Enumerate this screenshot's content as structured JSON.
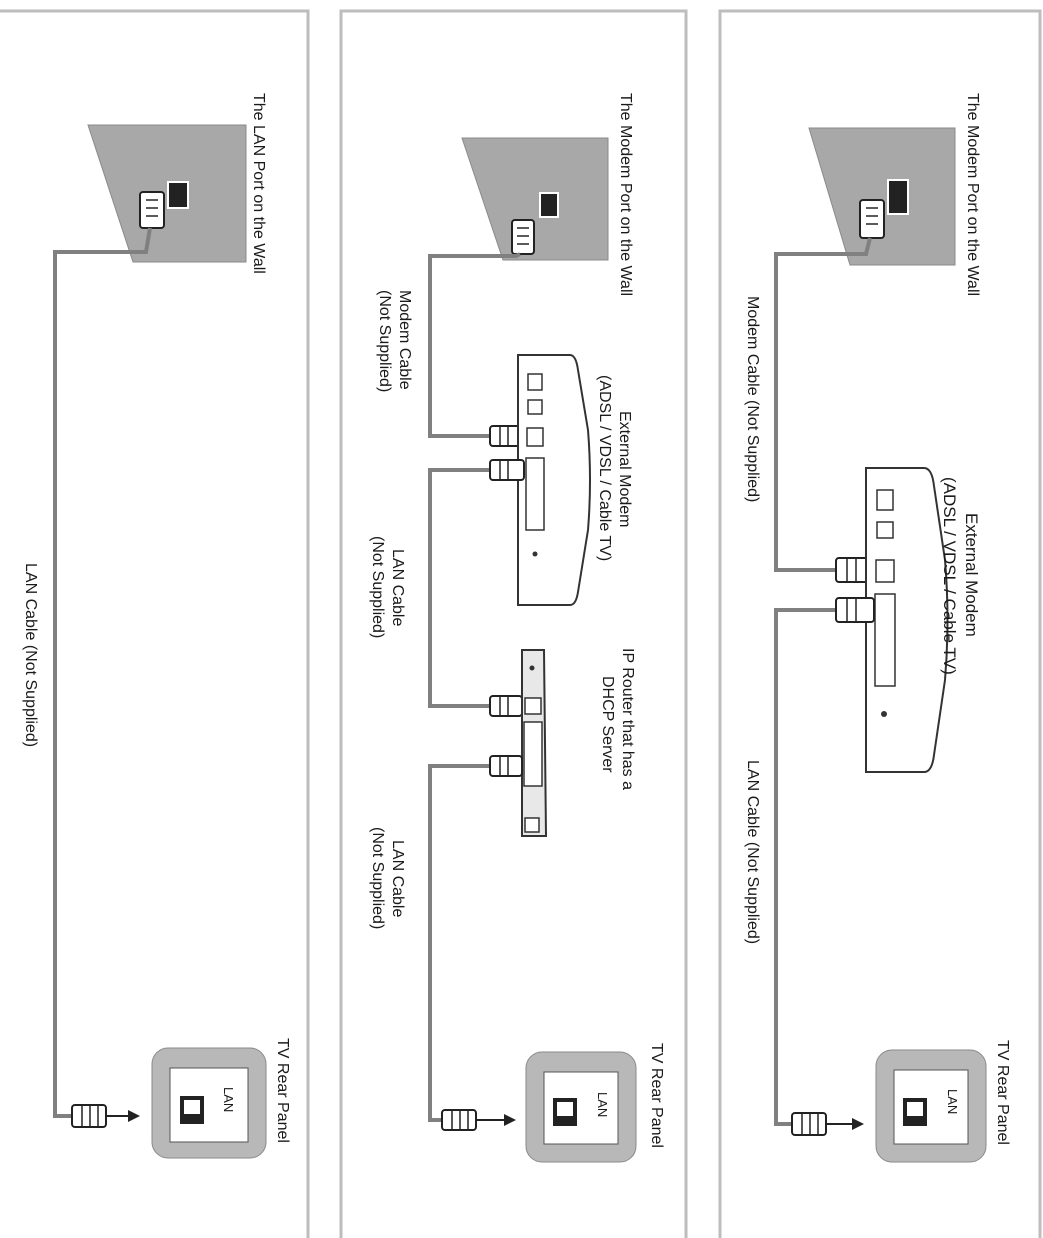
{
  "panels": [
    {
      "id": "direct-lan",
      "labels": {
        "wall": "The LAN Port on the Wall",
        "cable": "LAN Cable (Not Supplied)",
        "tv": "TV Rear Panel",
        "tv_port": "LAN"
      }
    },
    {
      "id": "modem-router",
      "labels": {
        "wall": "The Modem Port on the Wall",
        "modem_cable": [
          "Modem Cable",
          "(Not Supplied)"
        ],
        "modem": [
          "External Modem",
          "(ADSL / VDSL / Cable TV)"
        ],
        "lan_cable_1": [
          "LAN Cable",
          "(Not Supplied)"
        ],
        "router": [
          "IP Router that has a",
          "DHCP Server"
        ],
        "lan_cable_2": [
          "LAN Cable",
          "(Not Supplied)"
        ],
        "tv": "TV Rear Panel",
        "tv_port": "LAN"
      }
    },
    {
      "id": "modem-direct",
      "labels": {
        "wall": "The Modem Port on the Wall",
        "modem_cable": "Modem Cable (Not Supplied)",
        "modem": [
          "External Modem",
          "(ADSL / VDSL / Cable TV)"
        ],
        "lan_cable": "LAN Cable (Not Supplied)",
        "tv": "TV Rear Panel",
        "tv_port": "LAN"
      }
    }
  ],
  "colors": {
    "panel_border": "#bdbdbd",
    "wall": "#a8a8a8",
    "cable": "#808080",
    "tv_panel": "#b8b8b8",
    "device_outline": "#333333"
  }
}
